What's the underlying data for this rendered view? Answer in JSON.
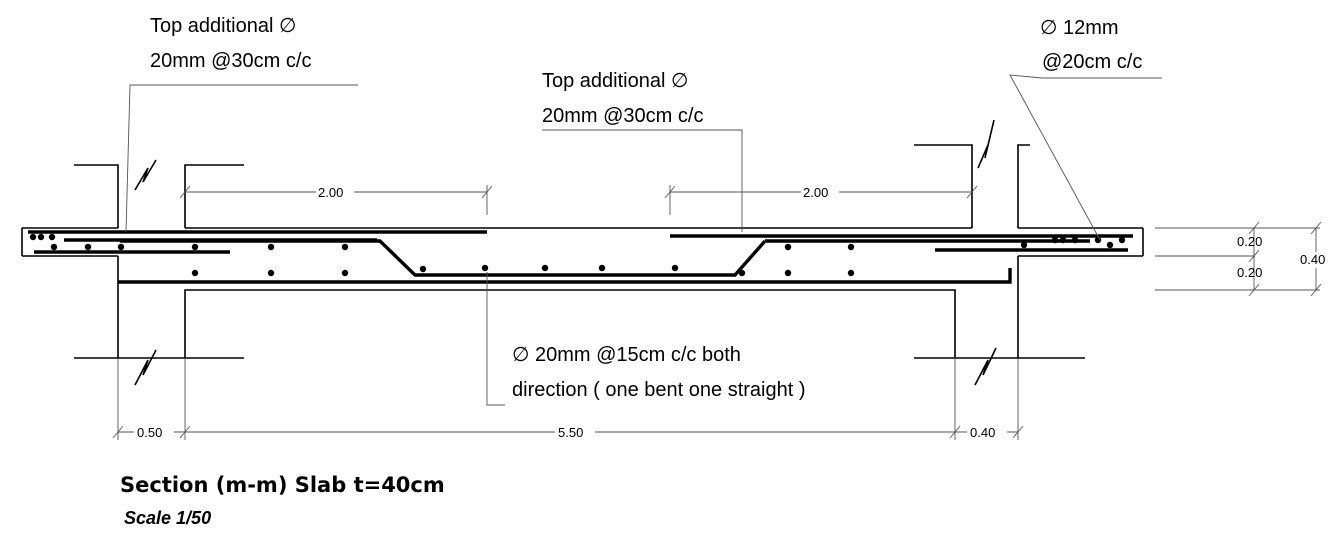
{
  "annotations": {
    "top_left_line1": "Top additional ∅",
    "top_left_line2": "20mm @30cm c/c",
    "top_mid_line1": "Top additional ∅",
    "top_mid_line2": "20mm @30cm c/c",
    "top_right_line1": "∅ 12mm",
    "top_right_line2": "@20cm c/c",
    "bottom_line1": "∅ 20mm @15cm c/c both",
    "bottom_line2": "direction ( one bent one straight )"
  },
  "dimensions": {
    "left_top": "2.00",
    "right_top": "2.00",
    "thickness_top": "0.20",
    "thickness_bottom": "0.20",
    "thickness_total": "0.40",
    "left_support": "0.50",
    "span": "5.50",
    "right_support": "0.40"
  },
  "title": {
    "main": "Section (m-m) Slab t=40cm",
    "scale": "Scale 1/50"
  }
}
